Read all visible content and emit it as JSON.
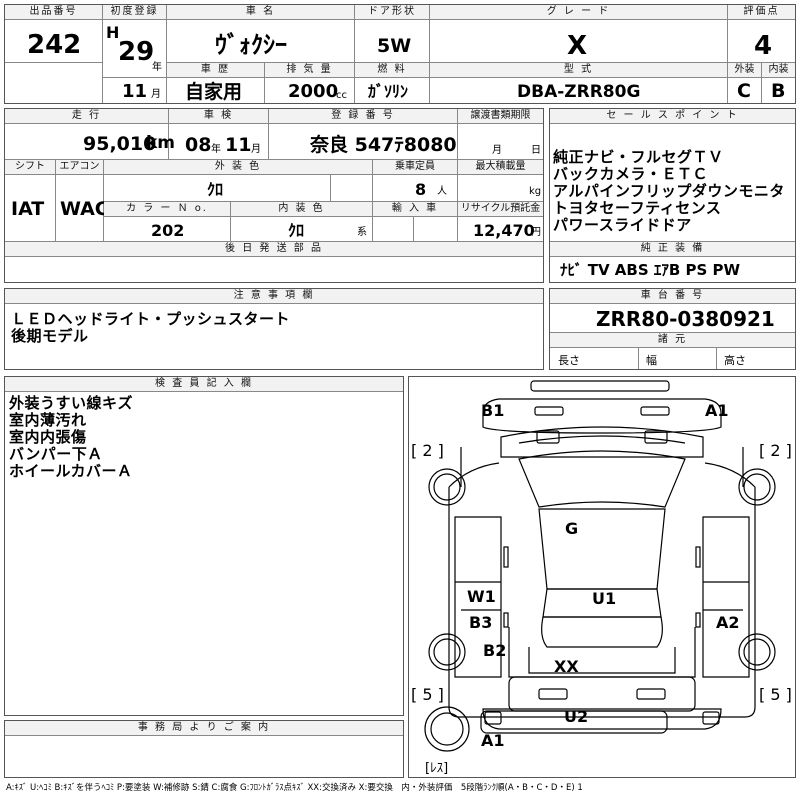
{
  "header": {
    "lot_label": "出品番号",
    "lot": "242",
    "reg_label": "初度登録",
    "era": "H",
    "year": "29",
    "year_unit": "年",
    "month": "11",
    "month_unit": "月",
    "name_label": "車 名",
    "name": "ｳﾞｫｸｼｰ",
    "door_label": "ドア形状",
    "door": "5W",
    "grade_label": "グ レ ー ド",
    "grade": "X",
    "score_label": "評価点",
    "score": "4",
    "history_label": "車 歴",
    "history": "自家用",
    "disp_label": "排 気 量",
    "disp": "2000",
    "disp_unit": "cc",
    "fuel_label": "燃 料",
    "fuel": "ｶﾞｿﾘﾝ",
    "model_label": "型 式",
    "model": "DBA-ZRR80G",
    "ext_label": "外装",
    "ext": "C",
    "int_label": "内装",
    "int": "B"
  },
  "row2": {
    "mileage_label": "走 行",
    "mileage": "95,010",
    "mileage_unit": "km",
    "inspection_label": "車 検",
    "insp_year": "08",
    "insp_year_unit": "年",
    "insp_month": "11",
    "insp_month_unit": "月",
    "plate_label": "登 録 番 号",
    "plate": "奈良 547ﾃ8080",
    "transfer_label": "譲渡書類期限",
    "transfer_month_unit": "月",
    "transfer_day_unit": "日",
    "shift_label": "シフト",
    "shift": "IAT",
    "ac_label": "エアコン",
    "ac": "WAC",
    "color_label": "外 装 色",
    "color": "ｸﾛ",
    "capacity_label": "乗車定員",
    "capacity": "8",
    "capacity_unit": "人",
    "load_label": "最大積載量",
    "load_unit": "kg",
    "colorno_label": "カ ラ ー Ｎ o.",
    "colorno": "202",
    "interior_label": "内 装 色",
    "interior": "ｸﾛ",
    "interior_unit": "系",
    "import_label": "輸 入 車",
    "recycle_label": "リサイクル預託金",
    "recycle": "12,470",
    "recycle_unit": "円",
    "later_label": "後 日 発 送 部 品"
  },
  "sales": {
    "label": "セ ー ル ス ポ イ ン ト",
    "points": [
      "純正ナビ・フルセグＴＶ",
      "バックカメラ・ＥＴＣ",
      "アルパインフリップダウンモニタ",
      "トヨタセーフティセンス",
      "パワースライドドア"
    ],
    "equip_label": "純 正 装 備",
    "equip": "ﾅﾋﾞ TV ABS ｴｱB PS PW"
  },
  "notes": {
    "label": "注 意 事 項 欄",
    "lines": [
      "ＬＥＤヘッドライト・プッシュスタート",
      "後期モデル"
    ]
  },
  "chassis": {
    "label": "車 台 番 号",
    "value": "ZRR80-0380921",
    "dims_label": "諸 元",
    "length": "長さ",
    "width": "幅",
    "height": "高さ"
  },
  "inspector": {
    "label": "検 査 員 記 入 欄",
    "lines": [
      "外装うすい線キズ",
      "室内薄汚れ",
      "室内内張傷",
      "バンパー下Ａ",
      "ホイールカバーＡ"
    ]
  },
  "office": {
    "label": "事 務 局 よ り ご 案 内"
  },
  "diagram": {
    "marks": {
      "b1": "B1",
      "a1_top": "A1",
      "g": "G",
      "w1": "W1",
      "u1": "U1",
      "b3": "B3",
      "a2": "A2",
      "b2": "B2",
      "xx": "XX",
      "u2": "U2",
      "a1_bottom": "A1"
    },
    "tires": {
      "fl": "[ 2 ]",
      "fr": "[ 2 ]",
      "rl": "[ 5 ]",
      "rr": "[ 5 ]",
      "spare": "[ﾚｽ]"
    }
  },
  "legend": "A:ｷｽﾞ U:ﾍｺﾐ B:ｷｽﾞを伴うﾍｺﾐ P:要塗装 W:補修跡 S:錆 C:腐食 G:ﾌﾛﾝﾄｶﾞﾗｽ点ｷｽﾞ XX:交換済み X:要交換　内・外装評価　5段階ﾗﾝｸ順(A・B・C・D・E) 1"
}
